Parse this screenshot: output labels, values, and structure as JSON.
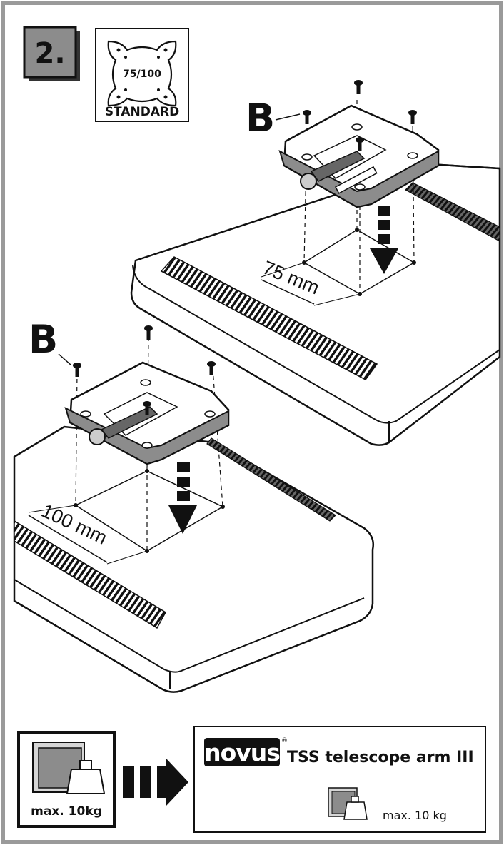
{
  "step": {
    "number": "2."
  },
  "vesa_badge": {
    "sizes": "75/100",
    "label": "STANDARD"
  },
  "top_assembly": {
    "label": "B",
    "dimension": "75 mm"
  },
  "bottom_assembly": {
    "label": "B",
    "dimension": "100 mm"
  },
  "weight_badge": {
    "label": "max. 10kg"
  },
  "product_box": {
    "brand": "novus",
    "registered": "®",
    "product_name": "TSS telescope arm III",
    "weight_label": "max. 10 kg"
  },
  "colors": {
    "frame": "#9a9a9a",
    "ink": "#111111",
    "grey_fill": "#8c8c8c",
    "light_grey": "#d6d6d6"
  }
}
